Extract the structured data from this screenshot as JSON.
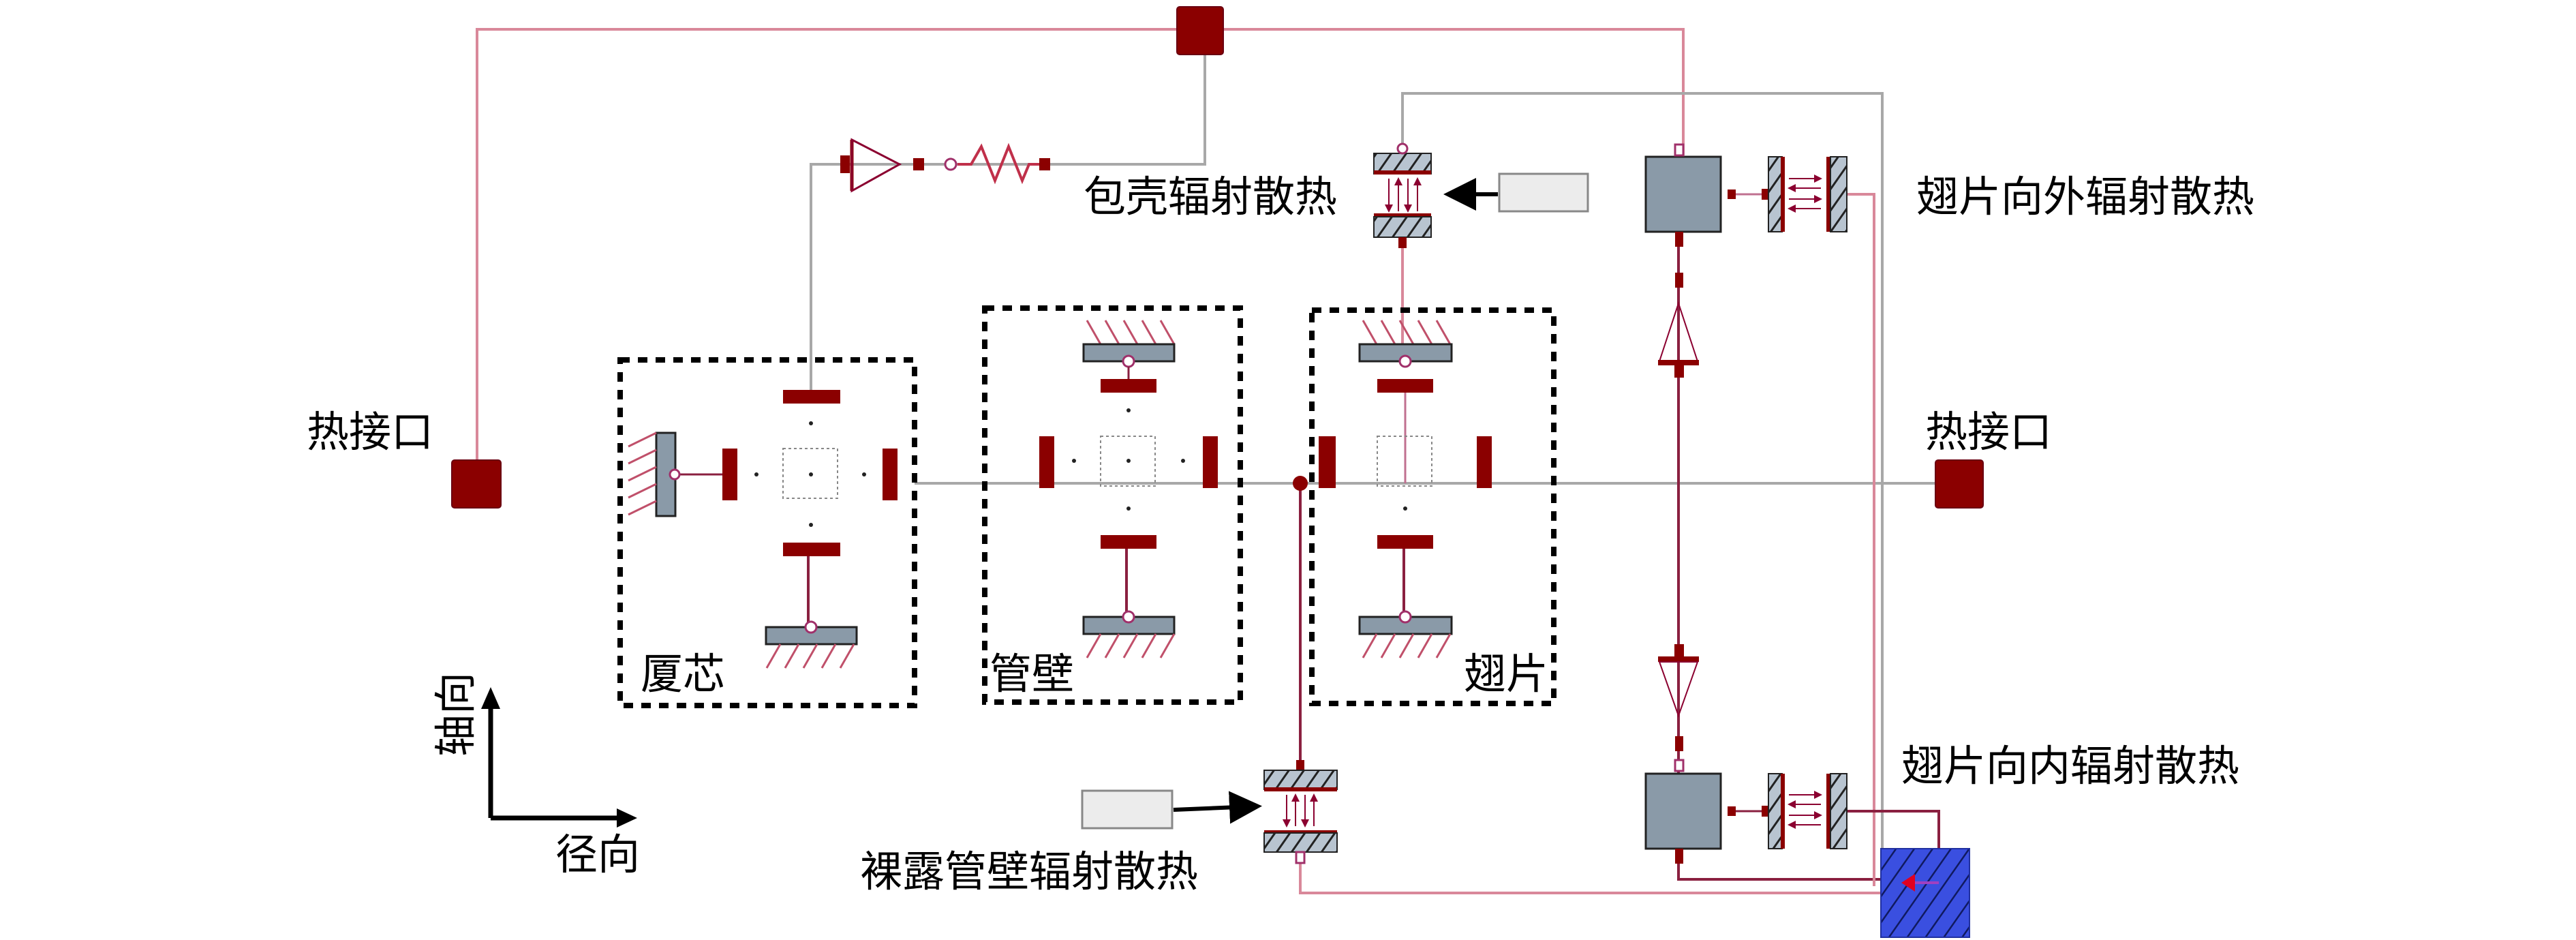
{
  "diagram": {
    "title": "",
    "labels": {
      "heat_port_left": "热接口",
      "heat_port_right": "热接口",
      "wick": "厦芯",
      "pipe_wall": "管壁",
      "fin": "翅片",
      "shell_radiation": "包壳辐射散热",
      "fin_outward_radiation": "翅片向外辐射散热",
      "fin_inward_radiation": "翅片向内辐射散热",
      "exposed_wall_radiation": "裸露管壁辐射散热",
      "axis_axial": "轴向",
      "axis_radial": "径向"
    },
    "colors": {
      "port": "#8b0000",
      "wire_pink": "#d9889a",
      "wire_gray": "#a8a8a8",
      "steel": "#8a9aa8",
      "ambient_block": "#3a4fe0"
    }
  }
}
